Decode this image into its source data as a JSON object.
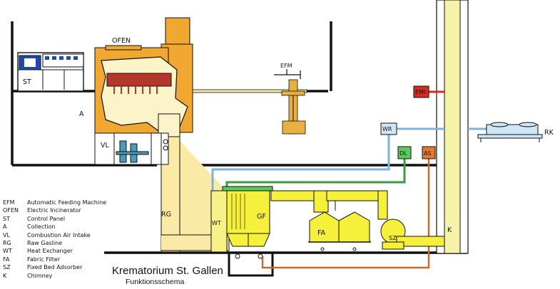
{
  "labels": {
    "ofen": "OFEN",
    "st": "ST",
    "a": "A",
    "vl": "VL",
    "efm": "EFM",
    "emi": "EMI",
    "wr": "WR",
    "dl": "DL",
    "as": "AS",
    "rk": "RK",
    "rg": "RG",
    "wt": "WT",
    "gf": "GF",
    "fa": "FA",
    "sz": "SZ",
    "k": "K"
  },
  "title": "Krematorium St. Gallen",
  "subtitle": "Funktionsschema",
  "legend": [
    {
      "abbr": "EFM",
      "text": "Automatic Feeding Machine"
    },
    {
      "abbr": "OFEN",
      "text": "Electric Incinerator"
    },
    {
      "abbr": "ST",
      "text": "Control Panel"
    },
    {
      "abbr": "A",
      "text": "Collection"
    },
    {
      "abbr": "VL",
      "text": "Combustion Air Intake"
    },
    {
      "abbr": "RG",
      "text": "Raw Gasline"
    },
    {
      "abbr": "WT",
      "text": "Heat Exchanger"
    },
    {
      "abbr": "FA",
      "text": "Fabric Filter"
    },
    {
      "abbr": "SZ",
      "text": "Fixed Bed Adsorber"
    },
    {
      "abbr": "K",
      "text": "Chimney"
    }
  ],
  "colors": {
    "furnace": "#f0a830",
    "raw_gas": "#fbe9a6",
    "filter": "#f5f03a",
    "chimney": "#f6f3a8",
    "emi": "#d62b1e",
    "wr": "#cfe6f5",
    "dl": "#5cc95a",
    "as": "#e07a2e",
    "pipe_blue": "#7fb2d8",
    "pipe_green": "#3e9b3e",
    "pipe_orange": "#c46a2a",
    "burner": "#b5362a"
  }
}
